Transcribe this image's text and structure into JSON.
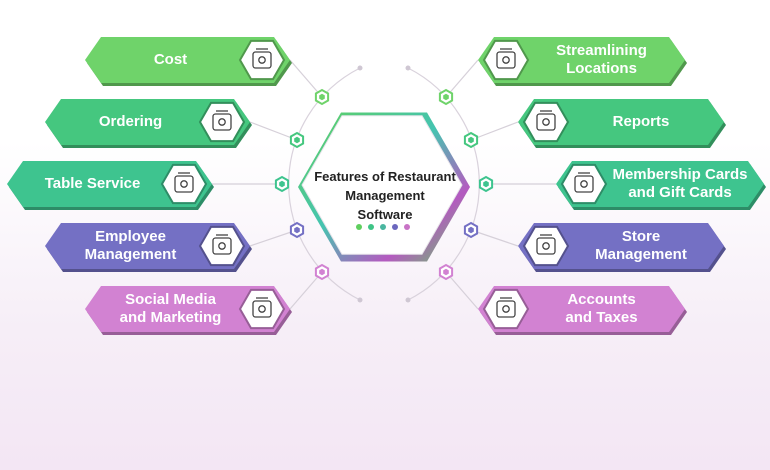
{
  "center": {
    "title_lines": [
      "Features of Restaurant",
      "Management",
      "Software"
    ],
    "dot_colors": [
      "#5fcf5e",
      "#3fc486",
      "#4ab6a0",
      "#6b67be",
      "#c873c6"
    ]
  },
  "colors": {
    "green": "#6fd36a",
    "teal": "#45c77f",
    "cyan": "#3ec48f",
    "purple": "#7470c4",
    "pink": "#d282d2"
  },
  "left_items": [
    {
      "lines": [
        "Cost"
      ],
      "icon": "money-icon",
      "color": "green"
    },
    {
      "lines": [
        "Ordering"
      ],
      "icon": "shopping-bag-icon",
      "color": "teal"
    },
    {
      "lines": [
        "Table Service"
      ],
      "icon": "reception-desk-icon",
      "color": "cyan"
    },
    {
      "lines": [
        "Employee",
        "Management"
      ],
      "icon": "team-icon",
      "color": "purple"
    },
    {
      "lines": [
        "Social Media",
        "and Marketing"
      ],
      "icon": "megaphone-hand-icon",
      "color": "pink"
    }
  ],
  "right_items": [
    {
      "lines": [
        "Streamlining",
        "Locations"
      ],
      "icon": "globe-location-icon",
      "color": "green"
    },
    {
      "lines": [
        "Reports"
      ],
      "icon": "report-clipboard-icon",
      "color": "teal"
    },
    {
      "lines": [
        "Membership Cards",
        "and Gift Cards"
      ],
      "icon": "membership-card-icon",
      "color": "cyan"
    },
    {
      "lines": [
        "Store",
        "Management"
      ],
      "icon": "store-icon",
      "color": "purple"
    },
    {
      "lines": [
        "Accounts",
        "and Taxes"
      ],
      "icon": "accounts-monitor-icon",
      "color": "pink"
    }
  ]
}
